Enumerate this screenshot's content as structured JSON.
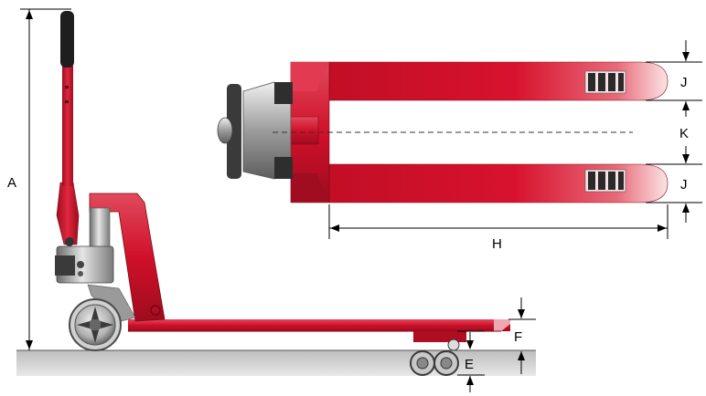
{
  "diagram": {
    "labels": {
      "A": "A",
      "E": "E",
      "F": "F",
      "H": "H",
      "J_top": "J",
      "K": "K",
      "J_bottom": "J"
    },
    "colors": {
      "body_red": "#d0102a",
      "red_light": "#f4c0c4",
      "red_dark": "#8c0a18",
      "floor": "#c8c8c8",
      "metal": "#b8b8b8",
      "dark": "#2a2a2a"
    }
  }
}
